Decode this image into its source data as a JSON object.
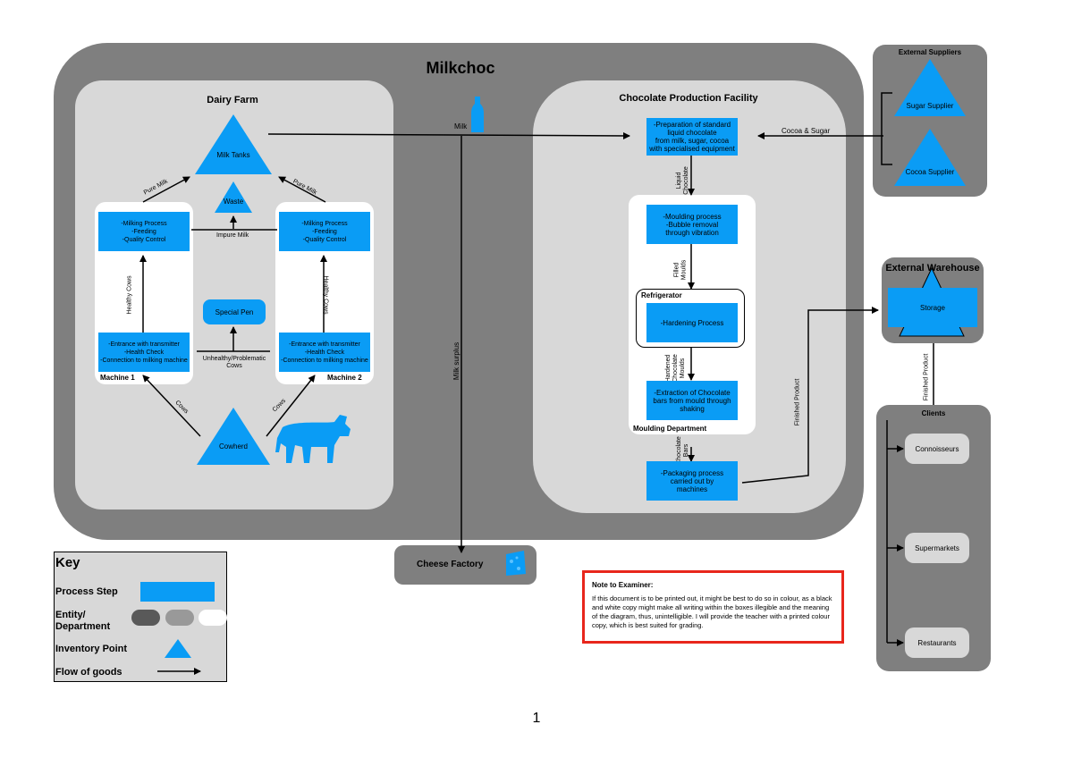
{
  "company": {
    "title": "Milkchoc"
  },
  "dairy_farm": {
    "title": "Dairy Farm",
    "milk_tanks": "Milk Tanks",
    "waste": "Waste",
    "pure_milk_left": "Pure Milk",
    "pure_milk_right": "Pure Milk",
    "impure_milk": "Impure Milk",
    "machine1": {
      "label": "Machine 1",
      "top_step": "-Milking Process\n-Feeding\n-Quality Control",
      "bottom_step": "-Entrance with transmitter\n-Health Check\n-Connection to milking machine",
      "flow": "Healthy Cows"
    },
    "machine2": {
      "label": "Machine 2",
      "top_step": "-Milking Process\n-Feeding\n-Quality Control",
      "bottom_step": "-Entrance with transmitter\n-Health Check\n-Connection to milking machine",
      "flow": "Healthy Cows"
    },
    "special_pen": "Special Pen",
    "unhealthy": "Unhealthy/Problematic\nCows",
    "cowherd": "Cowherd",
    "cows_left": "Cows",
    "cows_right": "Cows"
  },
  "flows": {
    "milk": "Milk",
    "milk_surplus": "Milk surplus",
    "cocoa_sugar": "Cocoa & Sugar",
    "finished_product": "Finished Product",
    "finished_product_2": "Finished Product"
  },
  "chocolate": {
    "title": "Chocolate Production Facility",
    "prep": "-Preparation of standard\nliquid chocolate\nfrom milk, sugar, cocoa\nwith specialised equipment",
    "liquid": "Liquid\nChocolate",
    "moulding": "-Moulding process\n-Bubble removal\nthrough vibration",
    "filled": "Filled\nMoulds",
    "refrigerator": "Refrigerator",
    "hardening": "-Hardening Process",
    "hardened": "Hardened\nChocolate\nMoulds",
    "extraction": "-Extraction of Chocolate\nbars from mould through\nshaking",
    "moulding_dept": "Moulding Department",
    "bars": "Chocolate\nBars",
    "packaging": "-Packaging process\ncarried out by\nmachines"
  },
  "suppliers": {
    "title": "External Suppliers",
    "sugar": "Sugar Supplier",
    "cocoa": "Cocoa Supplier"
  },
  "warehouse": {
    "title": "External Warehouse",
    "storage": "Storage"
  },
  "clients": {
    "title": "Clients",
    "items": [
      "Connoisseurs",
      "Supermarkets",
      "Restaurants"
    ]
  },
  "cheese": {
    "title": "Cheese Factory"
  },
  "key": {
    "title": "Key",
    "process_step": "Process Step",
    "entity": "Entity/\nDepartment",
    "inventory": "Inventory Point",
    "flow": "Flow of goods"
  },
  "note": {
    "title": "Note to Examiner:",
    "body": "If this document is to be printed out, it might be best to do so in colour, as a black and white copy might make all writing within the boxes illegible and the meaning of the diagram, thus, unintelligible. I will provide the teacher with a printed colour copy, which is best suited for grading."
  },
  "page": {
    "number": "1"
  },
  "colors": {
    "process": "#0a9cf5",
    "dark_region": "#7f7f7f",
    "light_region": "#d8d8d8",
    "note_border": "#e8261c"
  }
}
